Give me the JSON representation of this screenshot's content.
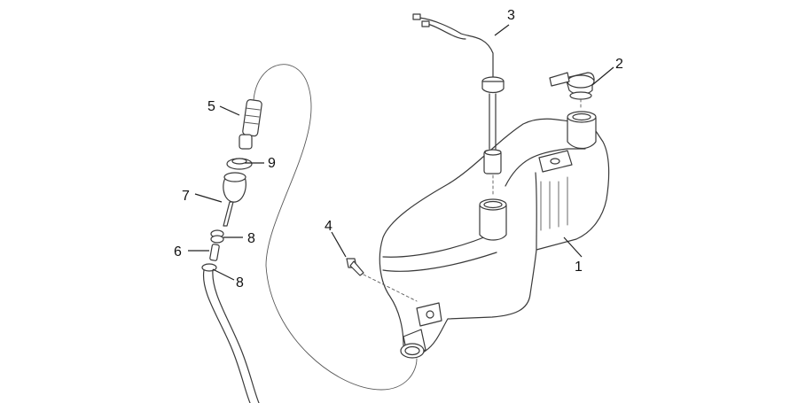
{
  "diagram": {
    "parts": [
      {
        "id": "tank",
        "callout": "1"
      },
      {
        "id": "filler-cap",
        "callout": "2"
      },
      {
        "id": "level-sensor",
        "callout": "3"
      },
      {
        "id": "screw",
        "callout": "4"
      },
      {
        "id": "filter",
        "callout": "5"
      },
      {
        "id": "hose-short",
        "callout": "6"
      },
      {
        "id": "fitting",
        "callout": "7"
      },
      {
        "id": "clip",
        "callout": "8"
      },
      {
        "id": "grommet",
        "callout": "9"
      }
    ],
    "stroke_color": "#3a3a3a",
    "background": "#ffffff"
  }
}
